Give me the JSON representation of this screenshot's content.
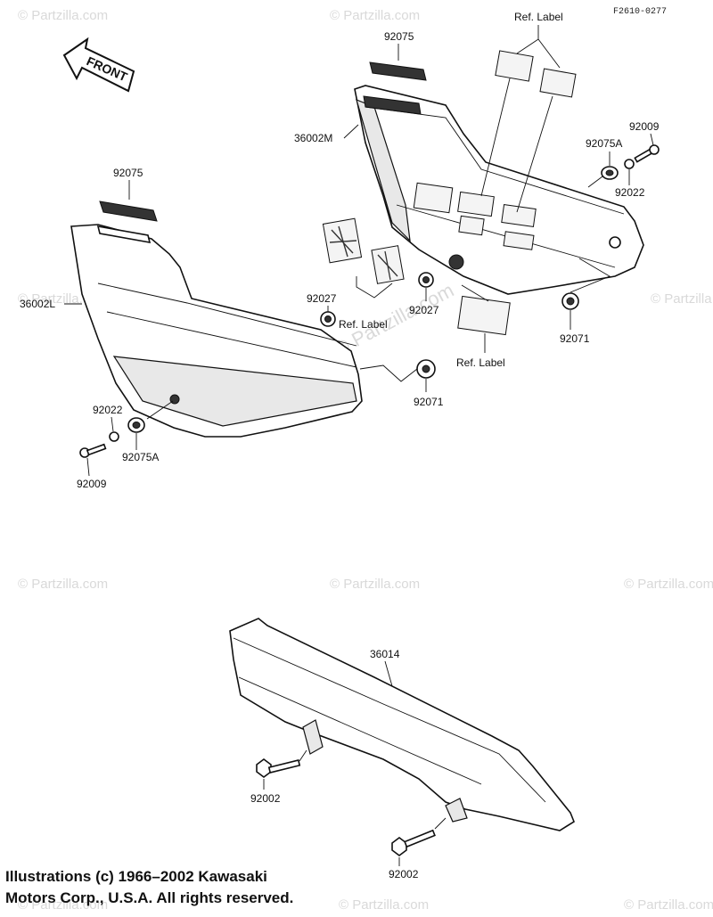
{
  "figure_code": "F2610-0277",
  "front_label": "FRONT",
  "ref_label": "Ref. Label",
  "parts": {
    "p92075_top": "92075",
    "p36002M": "36002M",
    "p92009_right": "92009",
    "p92075A_right": "92075A",
    "p92022_right": "92022",
    "p92075_left": "92075",
    "p36002L": "36002L",
    "p92027_left": "92027",
    "p92027_mid": "92027",
    "p92071_right": "92071",
    "p92071_mid": "92071",
    "p92022_left": "92022",
    "p92075A_left": "92075A",
    "p92009_left": "92009",
    "p36014": "36014",
    "p92002_upper": "92002",
    "p92002_lower": "92002"
  },
  "watermark": "© Partzilla.com",
  "copyright_line1": "Illustrations (c) 1966–2002 Kawasaki",
  "copyright_line2": "Motors Corp., U.S.A.  All rights reserved."
}
